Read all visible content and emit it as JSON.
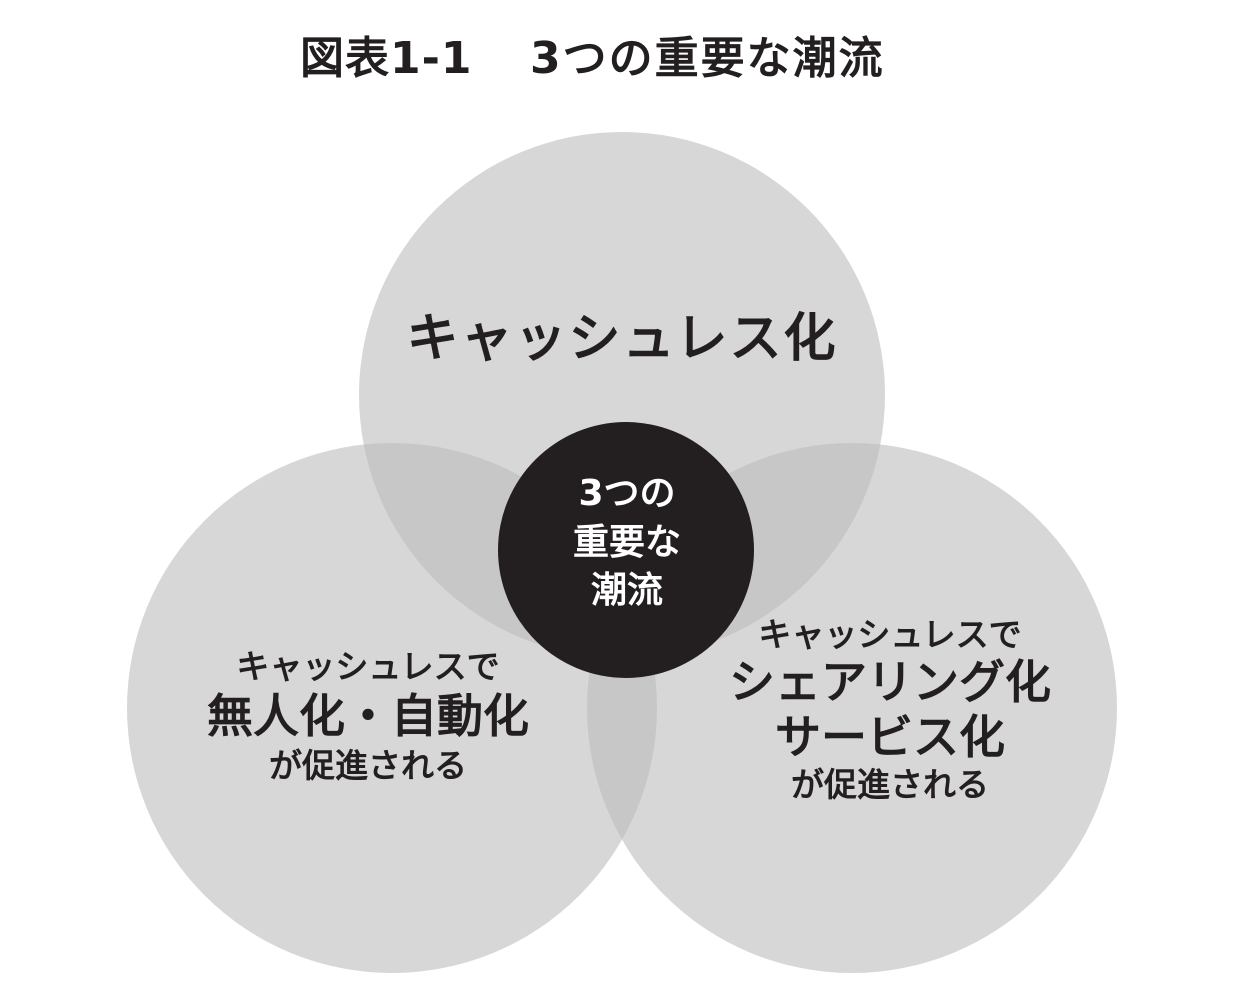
{
  "title": {
    "prefix": "図表1-1",
    "main": "3つの重要な潮流"
  },
  "circles": {
    "top": {
      "label": "キャッシュレス化"
    },
    "left": {
      "line1": "キャッシュレスで",
      "line2": "無人化・自動化",
      "line3": "が促進される"
    },
    "right": {
      "line1": "キャッシュレスで",
      "line2": "シェアリング化",
      "line3": "サービス化",
      "line4": "が促進される"
    },
    "center": {
      "line1": "3つの",
      "line2": "重要な",
      "line3": "潮流"
    }
  },
  "colors": {
    "circle_fill": "#bdbdbd",
    "center_fill": "#231f20",
    "text": "#231f20",
    "center_text": "#ffffff"
  }
}
